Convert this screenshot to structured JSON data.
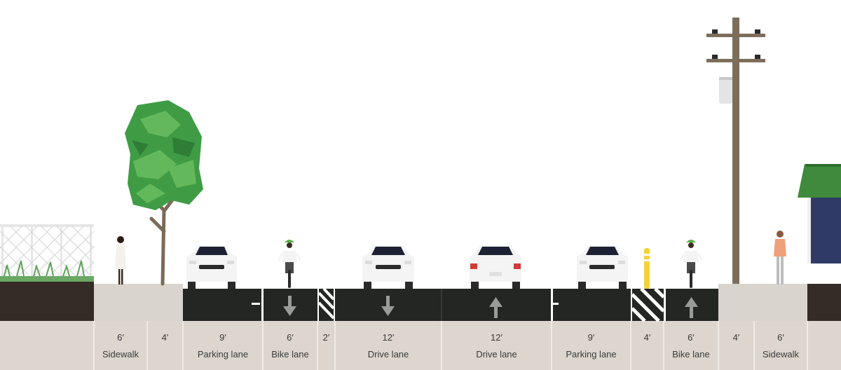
{
  "segments": [
    {
      "id": "sidewalk-left",
      "width": "6′",
      "label": "Sidewalk"
    },
    {
      "id": "buffer-left",
      "width": "4′",
      "label": ""
    },
    {
      "id": "parking-left",
      "width": "9′",
      "label": "Parking lane"
    },
    {
      "id": "bike-left",
      "width": "6′",
      "label": "Bike lane"
    },
    {
      "id": "buffer-2",
      "width": "2′",
      "label": ""
    },
    {
      "id": "drive-left",
      "width": "12′",
      "label": "Drive lane"
    },
    {
      "id": "drive-right",
      "width": "12′",
      "label": "Drive lane"
    },
    {
      "id": "parking-right",
      "width": "9′",
      "label": "Parking lane"
    },
    {
      "id": "buffer-4",
      "width": "4′",
      "label": ""
    },
    {
      "id": "bike-right",
      "width": "6′",
      "label": "Bike lane"
    },
    {
      "id": "buffer-right",
      "width": "4′",
      "label": ""
    },
    {
      "id": "sidewalk-right",
      "width": "6′",
      "label": "Sidewalk"
    }
  ],
  "colors": {
    "asphalt": "#242624",
    "sidewalk": "#d9d4cd",
    "label_strip": "#dcd6ce",
    "soil": "#352c27",
    "tree_green": "#3f9c45",
    "trunk": "#7a6a58",
    "pole": "#7d6e5c",
    "awning": "#3f8a3c",
    "building_window": "#2f3a66",
    "delineator": "#f2d23a",
    "car_body": "#f4f4f4",
    "car_glass": "#1c2233"
  },
  "icons": [
    "chain-link-fence",
    "tree",
    "pedestrian",
    "car-front",
    "car-rear",
    "cyclist",
    "arrow-down",
    "arrow-up",
    "utility-pole",
    "flex-post",
    "storefront"
  ]
}
